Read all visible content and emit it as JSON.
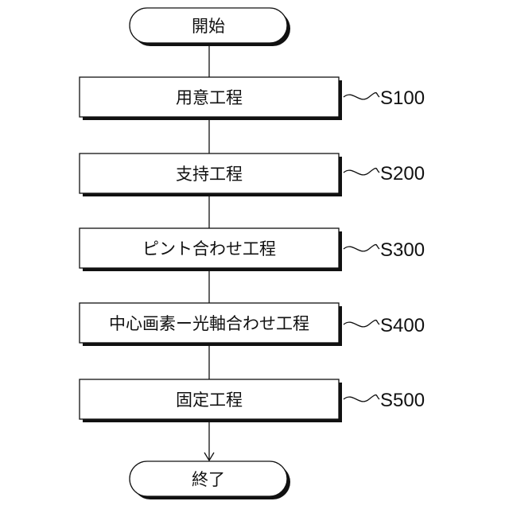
{
  "flow": {
    "start": "開始",
    "steps": [
      {
        "label": "用意工程",
        "code": "S100"
      },
      {
        "label": "支持工程",
        "code": "S200"
      },
      {
        "label": "ピント合わせ工程",
        "code": "S300"
      },
      {
        "label": "中心画素ー光軸合わせ工程",
        "code": "S400"
      },
      {
        "label": "固定工程",
        "code": "S500"
      }
    ],
    "end": "終了"
  },
  "colors": {
    "stroke": "#111111",
    "background": "#ffffff"
  }
}
